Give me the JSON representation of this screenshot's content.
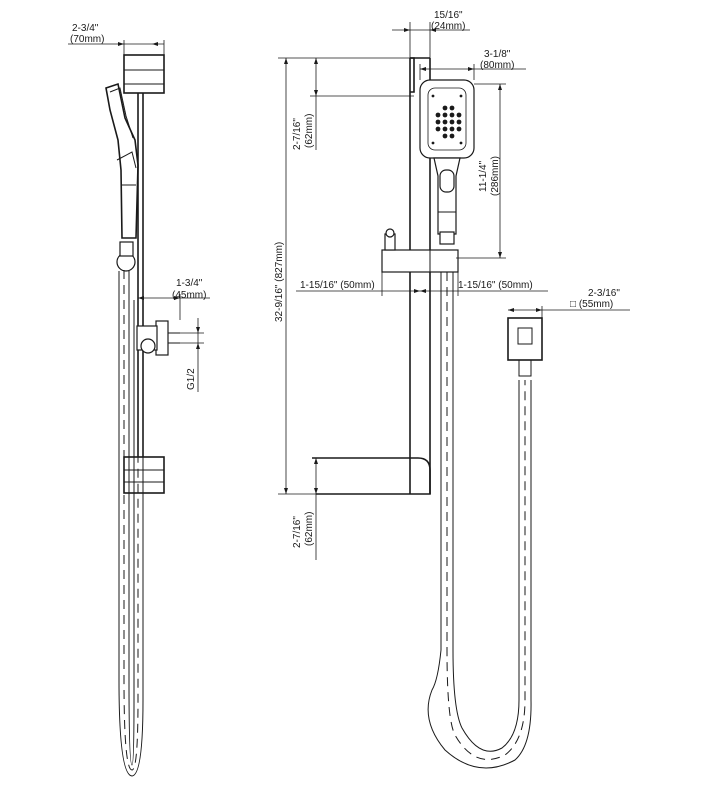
{
  "dimensions": {
    "bar_depth": {
      "imperial": "2-3/4\"",
      "metric": "(70mm)"
    },
    "rail_diameter": {
      "imperial": "15/16\"",
      "metric": "(24mm)"
    },
    "head_width": {
      "imperial": "3-1/8\"",
      "metric": "(80mm)"
    },
    "top_offset": {
      "imperial": "2-7/16\"",
      "metric": "(62mm)"
    },
    "handset_length": {
      "imperial": "11-1/4\"",
      "metric": "(286mm)"
    },
    "total_height": {
      "text": "32-9/16\" (827mm)"
    },
    "slider_left": {
      "text": "1-15/16\" (50mm)"
    },
    "slider_right": {
      "text": "1-15/16\" (50mm)"
    },
    "elbow_projection": {
      "imperial": "1-3/4\"",
      "metric": "(45mm)"
    },
    "thread": {
      "text": "G1/2"
    },
    "flange_size": {
      "imperial": "2-3/16\"",
      "metric": "□ (55mm)"
    },
    "bottom_offset": {
      "imperial": "2-7/16\"",
      "metric": "(62mm)"
    }
  }
}
